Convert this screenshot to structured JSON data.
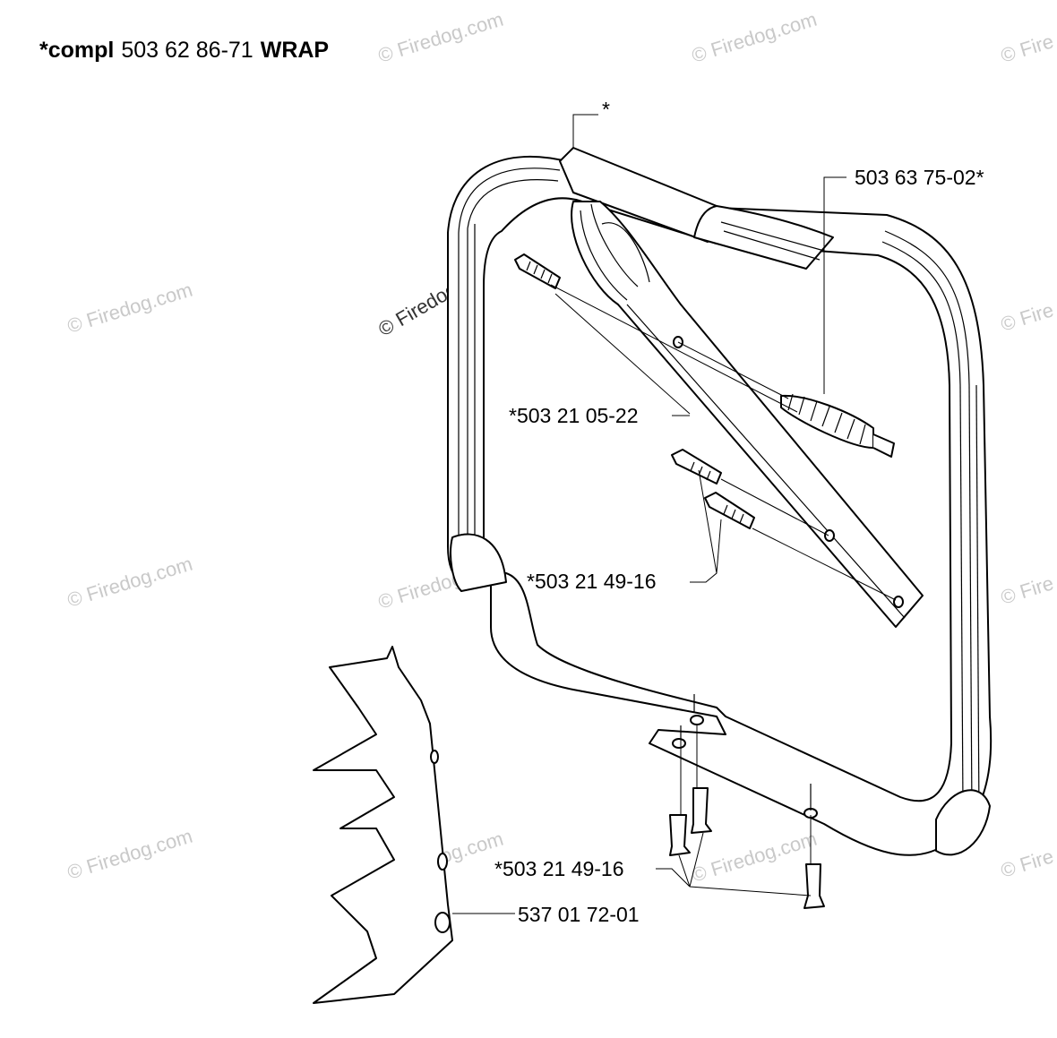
{
  "header": {
    "prefix": "*compl",
    "part_number": "503 62 86-71",
    "name": "WRAP"
  },
  "callouts": {
    "star": "*",
    "spring_part": "503 63 75-02*",
    "screw_top_part": "*503 21 05-22",
    "screw_mid_part": "*503 21 49-16",
    "screw_bottom_part": "*503 21 49-16",
    "guard_part": "537 01 72-01"
  },
  "watermark": {
    "text": "© Firedog.com",
    "fragment": "© Fire"
  }
}
